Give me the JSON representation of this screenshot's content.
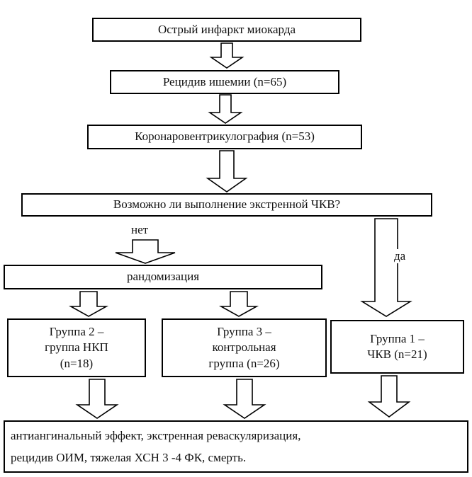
{
  "diagram": {
    "boxes": {
      "top": "Острый инфаркт миокарда",
      "recurrence": "Рецидив ишемии (n=65)",
      "coronary": "Коронаровентрикулография (n=53)",
      "question": "Возможно ли выполнение экстренной ЧКВ?",
      "randomization": "рандомизация",
      "group2": "Группа 2 –\nгруппа НКП\n(n=18)",
      "group3": "Группа 3 –\nконтрольная\nгруппа (n=26)",
      "group1": "Группа 1 –\nЧКВ (n=21)",
      "outcomes": "антиангинальный эффект, экстренная реваскуляризация,\nрецидив ОИМ, тяжелая ХСН 3 -4 ФК, смерть."
    },
    "labels": {
      "no": "нет",
      "yes": "да"
    }
  }
}
